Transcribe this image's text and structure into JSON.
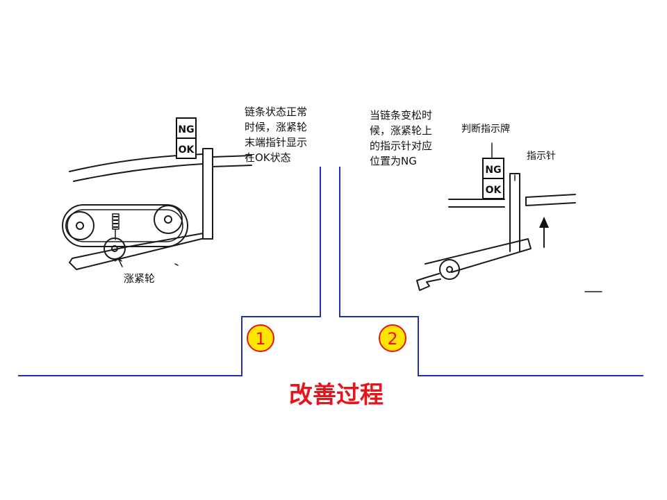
{
  "title": "改善过程",
  "step1": {
    "number": "1",
    "text_lines": [
      "链条状态正常",
      "时候，涨紧轮",
      "末端指针显示",
      "在OK状态"
    ],
    "ng_label": "NG",
    "ok_label": "OK",
    "tensioner_label": "涨紧轮"
  },
  "step2": {
    "number": "2",
    "text_lines": [
      "当链条变松时",
      "候，涨紧轮上",
      "的指示针对应",
      "位置为NG"
    ],
    "ng_label": "NG",
    "ok_label": "OK",
    "sign_label": "判断指示牌",
    "pointer_label": "指示针"
  },
  "colors": {
    "title": "#e8141b",
    "divider_line": "#1f2fb0",
    "circle_fill": "#ffe600",
    "circle_stroke": "#e8141b",
    "circle_text": "#e8141b"
  }
}
